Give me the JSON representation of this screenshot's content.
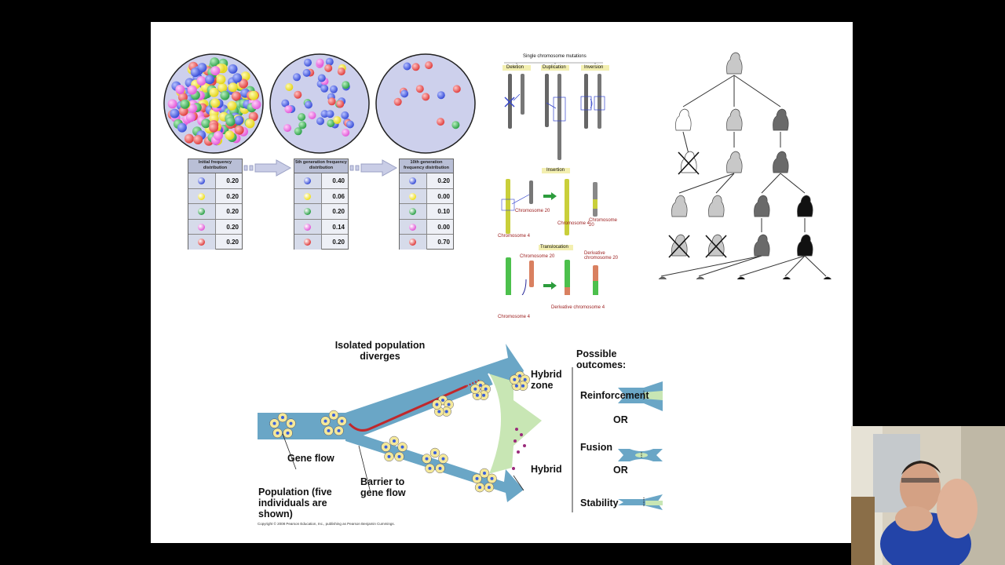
{
  "colors": {
    "ball_blue": "#3a4fd8",
    "ball_yellow": "#f0e020",
    "ball_green": "#2fa24a",
    "ball_pink": "#e25ad8",
    "ball_red": "#e04040",
    "chrom_yellow": "#c9cf3a",
    "chrom_green": "#4cc04c",
    "chrom_orange": "#d98060",
    "river_blue": "#6aa6c6",
    "hybrid_green": "#c8e6b4",
    "barrier_red": "#c0282c"
  },
  "drift": {
    "tables": [
      {
        "header": "Initial frequency distribution",
        "values": [
          "0.20",
          "0.20",
          "0.20",
          "0.20",
          "0.20"
        ]
      },
      {
        "header": "5th generation frequency distribution",
        "values": [
          "0.40",
          "0.06",
          "0.20",
          "0.14",
          "0.20"
        ]
      },
      {
        "header": "10th generation frequency distribution",
        "values": [
          "0.20",
          "0.00",
          "0.10",
          "0.00",
          "0.70"
        ]
      }
    ]
  },
  "mutations": {
    "title": "Single chromosome mutations",
    "deletion": "Deletion",
    "duplication": "Duplication",
    "inversion": "Inversion",
    "insertion": "Insertion",
    "translocation": "Translocation",
    "chromosome20": "Chromosome 20",
    "chromosome4": "Chromosome 4",
    "derivative20": "Derivative chromosome 20",
    "derivative4": "Derivative chromosome 4"
  },
  "speciation": {
    "isolated": "Isolated population diverges",
    "hybrid_zone": "Hybrid zone",
    "gene_flow": "Gene flow",
    "barrier": "Barrier to gene flow",
    "hybrid": "Hybrid",
    "population": "Population (five individuals are shown)",
    "possible": "Possible outcomes:",
    "reinforcement": "Reinforcement",
    "or1": "OR",
    "fusion": "Fusion",
    "or2": "OR",
    "stability": "Stability",
    "copyright": "Copyright © 2008 Pearson Education, Inc., publishing as Pearson Benjamin Cummings."
  }
}
